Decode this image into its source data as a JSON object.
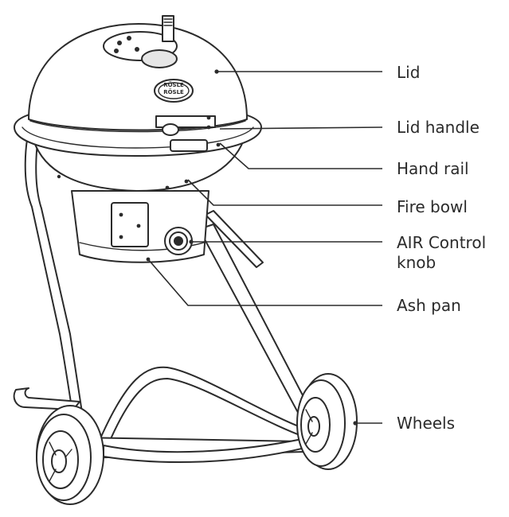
{
  "diagram": {
    "subject": "charcoal kettle grill on wheeled stand",
    "logo": {
      "top": "RÖSLE",
      "middle": "RÖSLE",
      "bottom": ""
    },
    "labels": {
      "lid": "Lid",
      "lid_handle": "Lid handle",
      "hand_rail": "Hand rail",
      "fire_bowl": "Fire bowl",
      "air_control_knob": "AIR Control knob",
      "ash_pan": "Ash pan",
      "wheels": "Wheels"
    },
    "colors": {
      "line": "#2b2b2b",
      "background": "#ffffff"
    }
  }
}
